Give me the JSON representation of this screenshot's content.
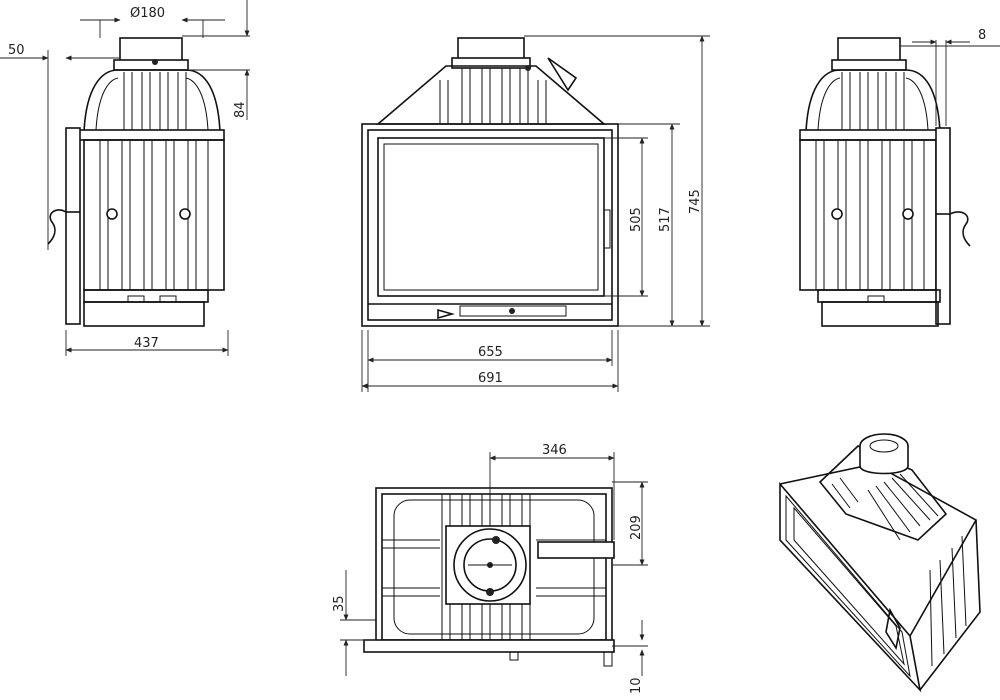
{
  "dimensions": {
    "flue_diameter": "Ø180",
    "side_offset": "50",
    "top_height": "84",
    "side_depth": "437",
    "front_inner_width": "655",
    "front_outer_width": "691",
    "glass_height": "505",
    "door_height": "517",
    "total_height": "745",
    "right_offset": "8",
    "top_view_width": "346",
    "top_view_depth": "209",
    "top_view_rear": "35",
    "top_view_bottom": "10"
  }
}
